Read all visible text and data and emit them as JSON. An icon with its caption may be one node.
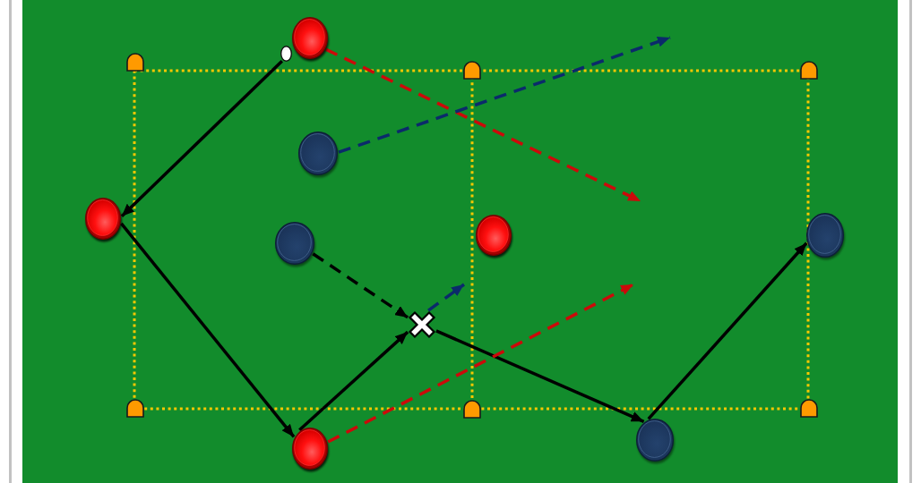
{
  "diagram": {
    "nodes": [
      {
        "text": [],
        "shape": "circle"
      },
      {
        "text": [],
        "shape": "circle"
      },
      {
        "text": [],
        "shape": "circle"
      },
      {
        "text": [],
        "shape": "circle"
      },
      {
        "text": [],
        "shape": "circle"
      },
      {
        "text": [],
        "shape": "circle"
      },
      {
        "text": [],
        "shape": "circle"
      },
      {
        "text": [],
        "shape": "cross"
      },
      {
        "text": [],
        "shape": "circle"
      },
      {
        "text": [],
        "shape": "circle"
      }
    ],
    "edges": [
      {
        "from": 1,
        "to": 3,
        "arrow": "to"
      },
      {
        "from": 3,
        "to": 8,
        "arrow": "to"
      },
      {
        "from": 8,
        "to": 7,
        "arrow": "to"
      },
      {
        "from": 7,
        "to": 9,
        "arrow": "to"
      },
      {
        "from": 9,
        "to": 6,
        "arrow": "to"
      },
      {
        "from": 4,
        "to": 7,
        "arrow": "to",
        "style": "dashed"
      },
      {
        "from": 7,
        "to": null,
        "arrow": "to",
        "style": "dashed",
        "color": "#0b2a6b"
      },
      {
        "from": 8,
        "to": null,
        "arrow": "to",
        "style": "dashed",
        "color": "#cc0a0a"
      },
      {
        "from": 0,
        "to": null,
        "arrow": "to",
        "style": "dashed",
        "color": "#cc0a0a"
      },
      {
        "from": 2,
        "to": null,
        "arrow": "to",
        "style": "dashed",
        "color": "#0b2a6b"
      }
    ]
  }
}
